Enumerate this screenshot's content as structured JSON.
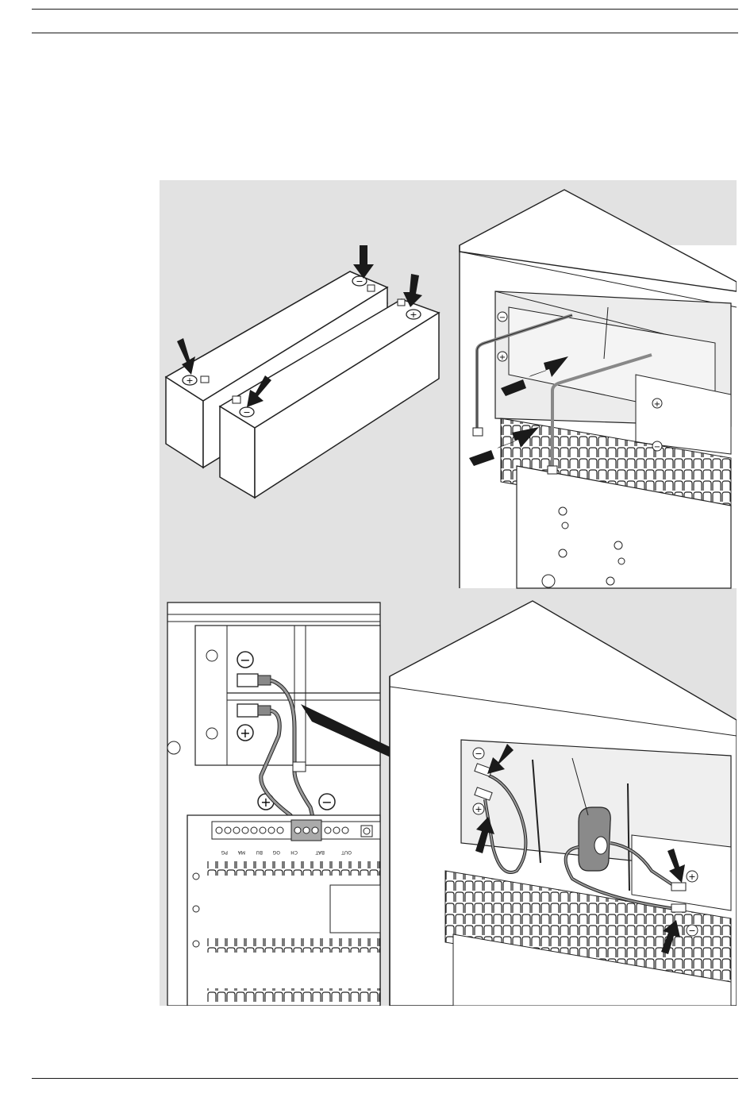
{
  "figure": {
    "terminal_labels": [
      "PG",
      "MA",
      "BU",
      "OG",
      "CH",
      "BAT",
      "OUT"
    ],
    "polarity_symbols": {
      "positive": "+",
      "negative": "−"
    }
  },
  "colors": {
    "panel_background": "#e2e2e2",
    "line": "#1a1a1a",
    "cable": "#8a8a8a"
  }
}
